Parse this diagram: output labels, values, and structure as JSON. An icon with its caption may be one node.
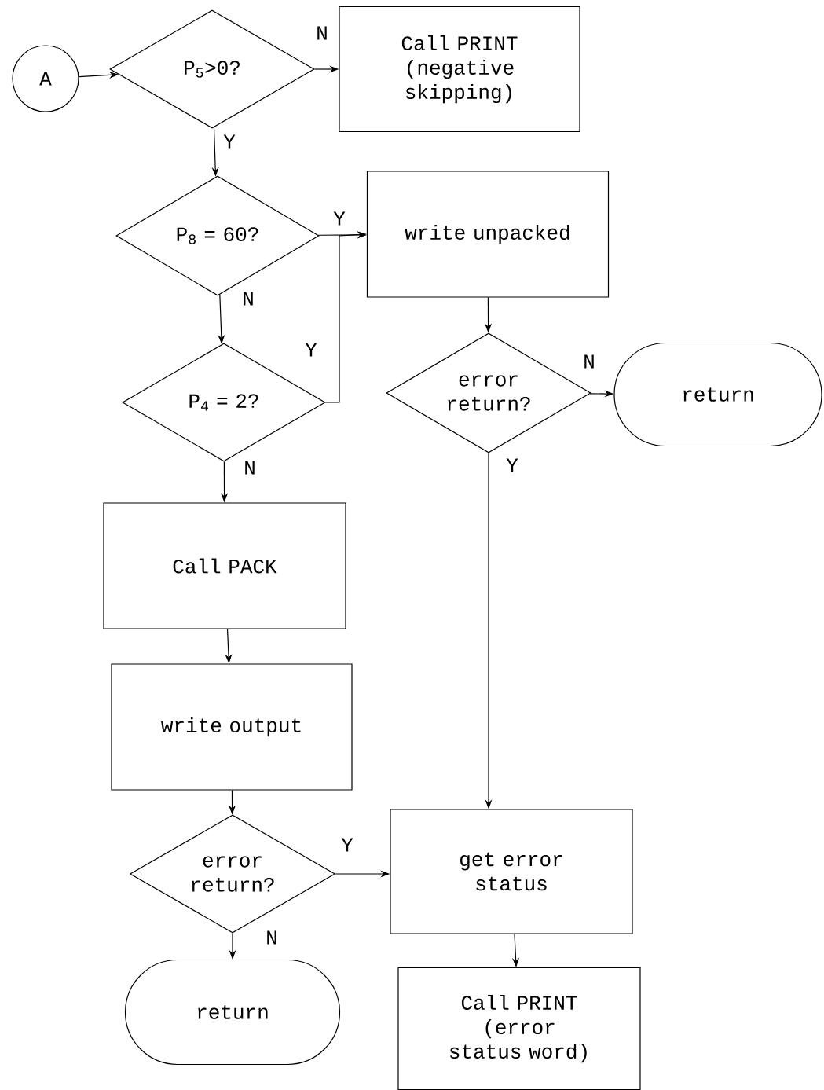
{
  "diagram": {
    "nodes": [
      {
        "text": [
          "A"
        ]
      },
      {
        "text": [
          "P$_{5}$>0?"
        ]
      },
      {
        "text": [
          "Call PRINT (negative skipping)"
        ]
      },
      {
        "text": [
          "P$_{8}$ = 60?"
        ]
      },
      {
        "text": [
          "write unpacked"
        ]
      },
      {
        "text": [
          "P$_{4}$ = 2?"
        ]
      },
      {
        "text": [
          "error return?"
        ]
      },
      {
        "text": [
          "return"
        ]
      },
      {
        "text": [
          "Call PACK"
        ]
      },
      {
        "text": [
          "write output"
        ]
      },
      {
        "text": [
          "error return?"
        ]
      },
      {
        "text": [
          "get error status"
        ]
      },
      {
        "text": [
          "return"
        ]
      },
      {
        "text": [
          "Call PRINT (error status word)"
        ]
      }
    ],
    "edges": [
      {
        "from": 0,
        "to": 1,
        "arrow": "to"
      },
      {
        "from": 1,
        "to": 2,
        "arrow": "to",
        "label": "N"
      },
      {
        "from": 1,
        "to": 3,
        "arrow": "to",
        "label": "Y"
      },
      {
        "from": 3,
        "to": 4,
        "arrow": "to",
        "label": "Y"
      },
      {
        "from": 3,
        "to": 5,
        "arrow": "to",
        "label": "N"
      },
      {
        "from": 5,
        "to": 4,
        "arrow": "to",
        "label": "Y"
      },
      {
        "from": 4,
        "to": 6,
        "arrow": "to"
      },
      {
        "from": 6,
        "to": 7,
        "arrow": "to",
        "label": "N"
      },
      {
        "from": 6,
        "to": 11,
        "arrow": "to",
        "label": "Y"
      },
      {
        "from": 5,
        "to": 8,
        "arrow": "to",
        "label": "N"
      },
      {
        "from": 8,
        "to": 9,
        "arrow": "to"
      },
      {
        "from": 9,
        "to": 10,
        "arrow": "to"
      },
      {
        "from": 10,
        "to": 11,
        "arrow": "to",
        "label": "Y"
      },
      {
        "from": 10,
        "to": 12,
        "arrow": "to",
        "label": "N"
      },
      {
        "from": 11,
        "to": 13,
        "arrow": "to"
      }
    ]
  }
}
